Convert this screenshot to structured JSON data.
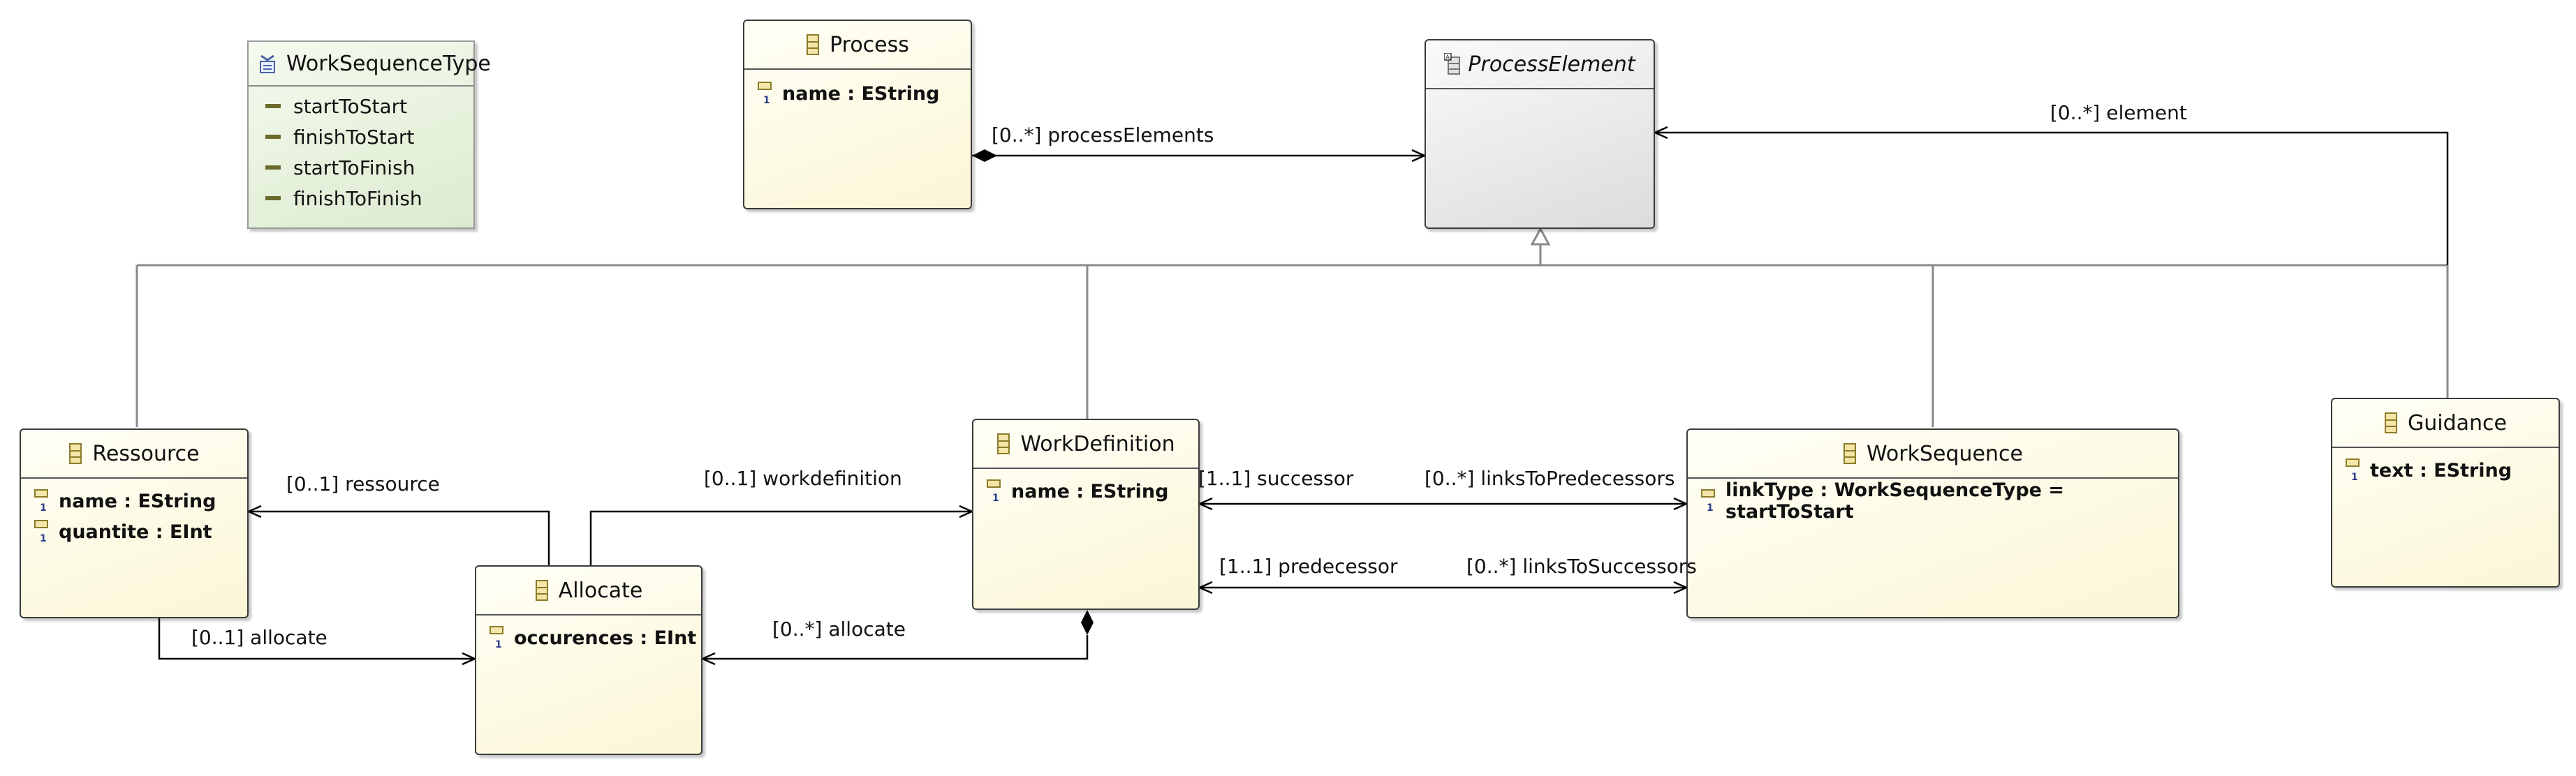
{
  "diagram": {
    "classes": {
      "work_sequence_type": {
        "name": "WorkSequenceType",
        "literals": [
          "startToStart",
          "finishToStart",
          "startToFinish",
          "finishToFinish"
        ]
      },
      "process": {
        "name": "Process",
        "attributes": [
          "name : EString"
        ]
      },
      "process_element": {
        "name": "ProcessElement",
        "attributes": []
      },
      "ressource": {
        "name": "Ressource",
        "attributes": [
          "name : EString",
          "quantite : EInt"
        ]
      },
      "allocate": {
        "name": "Allocate",
        "attributes": [
          "occurences : EInt"
        ]
      },
      "work_definition": {
        "name": "WorkDefinition",
        "attributes": [
          "name : EString"
        ]
      },
      "work_sequence": {
        "name": "WorkSequence",
        "attributes": [
          "linkType : WorkSequenceType = startToStart"
        ]
      },
      "guidance": {
        "name": "Guidance",
        "attributes": [
          "text : EString"
        ]
      }
    },
    "references": {
      "process_elements": "[0..*] processElements",
      "element": "[0..*] element",
      "ressource": "[0..1] ressource",
      "workdefinition": "[0..1] workdefinition",
      "successor": "[1..1] successor",
      "links_to_predecessors": "[0..*] linksToPredecessors",
      "predecessor": "[1..1] predecessor",
      "links_to_successors": "[0..*] linksToSuccessors",
      "allocate_from_ressource": "[0..1] allocate",
      "allocate_from_workdefinition": "[0..*] allocate"
    }
  }
}
